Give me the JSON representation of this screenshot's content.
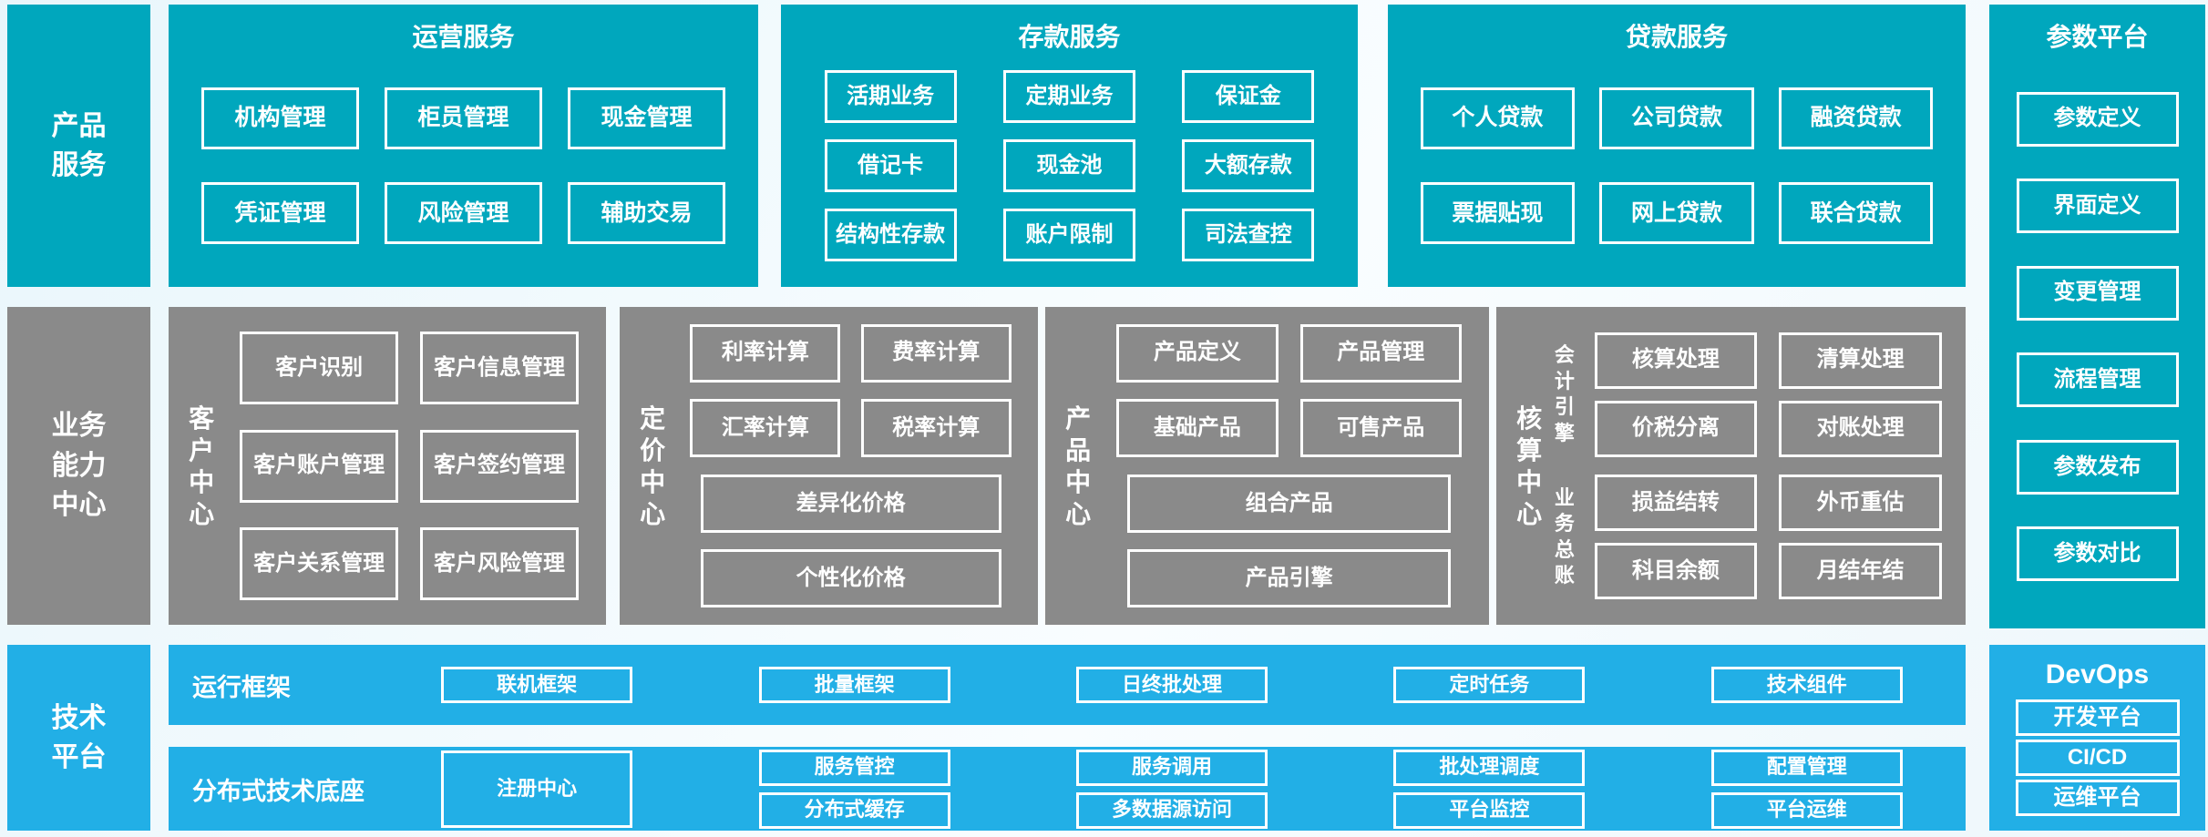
{
  "top": {
    "left_label": "产品服务",
    "operations": {
      "title": "运营服务",
      "items": [
        "机构管理",
        "柜员管理",
        "现金管理",
        "凭证管理",
        "风险管理",
        "辅助交易"
      ]
    },
    "deposits": {
      "title": "存款服务",
      "items": [
        "活期业务",
        "定期业务",
        "保证金",
        "借记卡",
        "现金池",
        "大额存款",
        "结构性存款",
        "账户限制",
        "司法查控"
      ]
    },
    "loans": {
      "title": "贷款服务",
      "items": [
        "个人贷款",
        "公司贷款",
        "融资贷款",
        "票据贴现",
        "网上贷款",
        "联合贷款"
      ]
    }
  },
  "parameter_platform": {
    "title": "参数平台",
    "items": [
      "参数定义",
      "界面定义",
      "变更管理",
      "流程管理",
      "参数发布",
      "参数对比"
    ]
  },
  "middle": {
    "left_label": "业务能力中心",
    "customer": {
      "title": "客户中心",
      "items": [
        "客户识别",
        "客户信息管理",
        "客户账户管理",
        "客户签约管理",
        "客户关系管理",
        "客户风险管理"
      ]
    },
    "pricing": {
      "title": "定价中心",
      "items": [
        "利率计算",
        "费率计算",
        "汇率计算",
        "税率计算",
        "差异化价格",
        "个性化价格"
      ]
    },
    "product": {
      "title": "产品中心",
      "items": [
        "产品定义",
        "产品管理",
        "基础产品",
        "可售产品",
        "组合产品",
        "产品引擎"
      ]
    },
    "accounting": {
      "title": "核算中心",
      "engine_label": "会计引擎",
      "engine_items": [
        "核算处理",
        "清算处理",
        "价税分离",
        "对账处理"
      ],
      "ledger_label": "业务总账",
      "ledger_items": [
        "损益结转",
        "外币重估",
        "科目余额",
        "月结年结"
      ]
    }
  },
  "bottom": {
    "left_label": "技术平台",
    "runtime": {
      "title": "运行框架",
      "items": [
        "联机框架",
        "批量框架",
        "日终批处理",
        "定时任务",
        "技术组件"
      ]
    },
    "distributed": {
      "title": "分布式技术底座",
      "registry": "注册中心",
      "row1": [
        "服务管控",
        "服务调用",
        "批处理调度",
        "配置管理"
      ],
      "row2": [
        "分布式缓存",
        "多数据源访问",
        "平台监控",
        "平台运维"
      ]
    },
    "devops": {
      "title": "DevOps",
      "items": [
        "开发平台",
        "CI/CD",
        "运维平台"
      ]
    }
  },
  "colors": {
    "teal": "#00A7BD",
    "gray": "#8A8A8A",
    "blue": "#22AFE6"
  }
}
